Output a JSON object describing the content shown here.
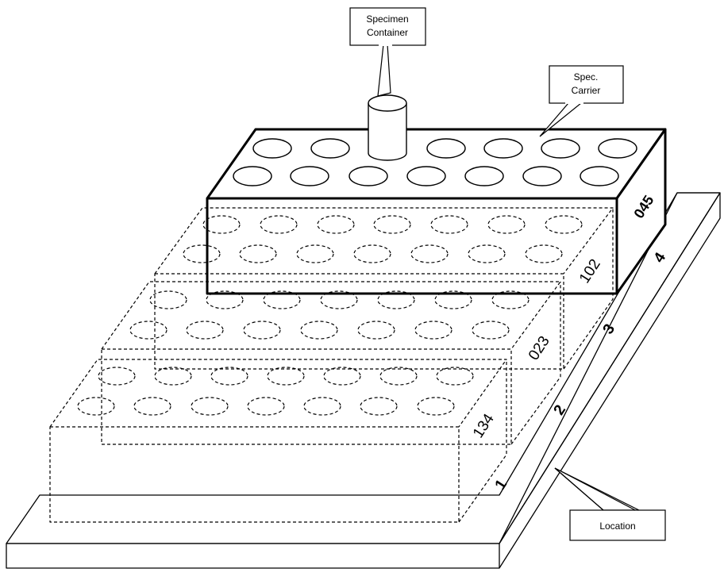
{
  "callouts": {
    "specimen_container": [
      "Specimen",
      "Container"
    ],
    "spec_carrier": [
      "Spec.",
      "Carrier"
    ],
    "location": "Location"
  },
  "carrier_ids": {
    "top": "045",
    "row3": "102",
    "row2": "023",
    "row1": "134"
  },
  "location_numbers": [
    "1",
    "2",
    "3",
    "4"
  ]
}
